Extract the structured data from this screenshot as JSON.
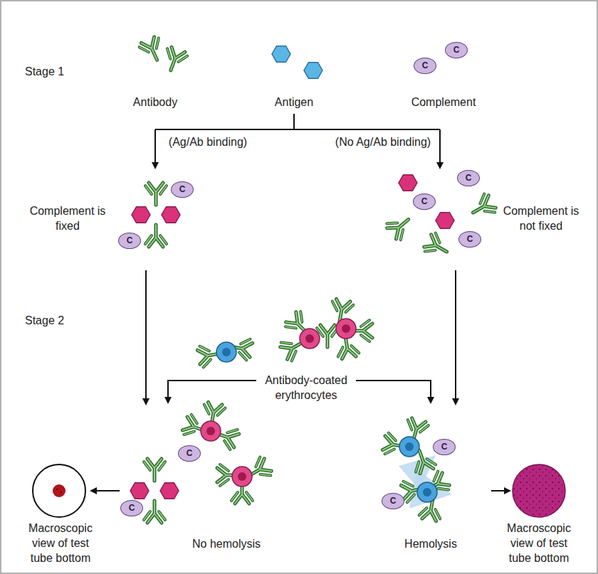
{
  "diagram": {
    "nodes": [
      {
        "text": [
          "C"
        ]
      },
      {
        "text": [
          "C"
        ]
      },
      {
        "text": [
          "C"
        ]
      },
      {
        "text": [
          "C"
        ]
      },
      {
        "text": [
          "C"
        ]
      },
      {
        "text": [
          "C"
        ]
      },
      {
        "text": [
          "C"
        ]
      },
      {
        "text": [
          "C"
        ]
      },
      {
        "text": [
          "C"
        ]
      },
      {
        "text": [
          "C"
        ]
      },
      {
        "text": [
          "C"
        ]
      }
    ],
    "labels": [
      "Stage 1",
      "Antibody",
      "Antigen",
      "Complement",
      "(Ag/Ab binding)",
      "(No Ag/Ab binding)",
      "Complement is fixed",
      "Complement is not fixed",
      "Stage 2",
      "Antibody-coated erythrocytes",
      "Macroscopic view of test tube bottom",
      "No hemolysis",
      "Hemolysis",
      "Macroscopic view of test tube bottom"
    ]
  }
}
